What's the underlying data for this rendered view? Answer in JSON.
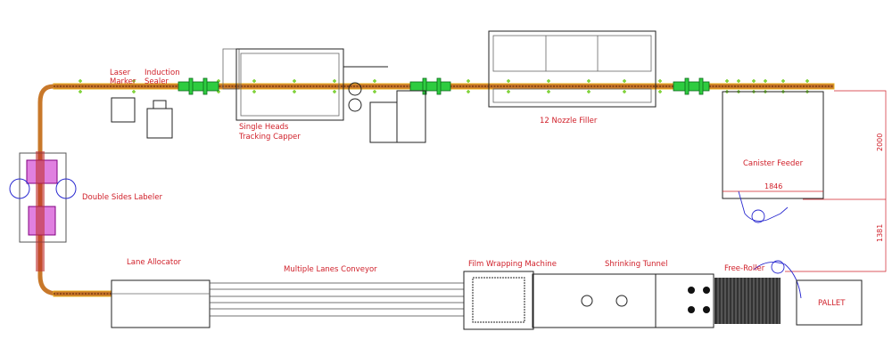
{
  "labels": {
    "laser_marker": [
      "Laser",
      "Marker"
    ],
    "induction_sealer": [
      "Induction",
      "Sealer"
    ],
    "capper": [
      "Single Heads",
      "Tracking Capper"
    ],
    "filler": "12 Nozzle Filler",
    "canister_feeder": "Canister Feeder",
    "labeler": "Double Sides Labeler",
    "lane_allocator": "Lane Allocator",
    "lanes_conveyor": "Multiple Lanes Conveyor",
    "film_wrapping": "Film Wrapping Machine",
    "shrinking_tunnel": "Shrinking Tunnel",
    "free_roller": "Free-Roller",
    "pallet": "PALLET"
  },
  "dimensions": {
    "height_top": "2000",
    "width_feeder": "1846",
    "height_bottom": "1381"
  },
  "colors": {
    "conveyor": "#c8782a",
    "label_text": "#d0202a",
    "machine_green": "#2ecc40",
    "operator_blue": "#2a2ad0"
  }
}
